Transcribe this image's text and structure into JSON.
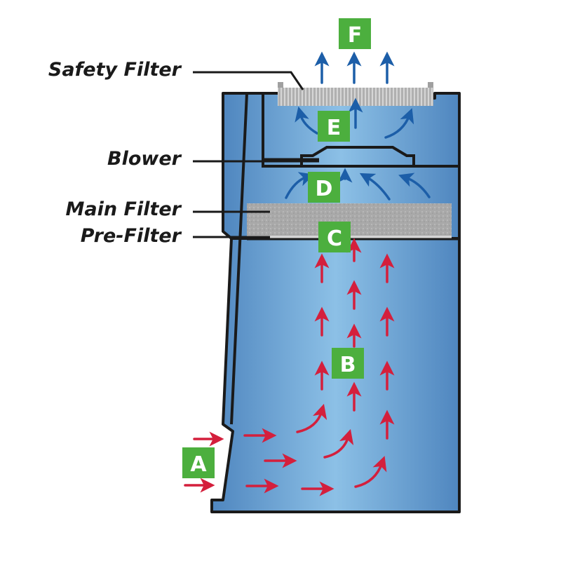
{
  "diagram": {
    "title": "Biological safety cabinet airflow",
    "colors": {
      "cabinet_fill_light": "#86b8e0",
      "cabinet_fill_dark": "#4f86bf",
      "outline": "#1a1a1a",
      "filter_gray": "#a8a8a8",
      "badge_green": "#4caf3e",
      "inflow_arrow": "#d41f3c",
      "exhaust_arrow": "#1c5ea8",
      "label_text": "#1a1a1a"
    },
    "component_labels": [
      {
        "id": "safety-filter",
        "text": "Safety Filter"
      },
      {
        "id": "blower",
        "text": "Blower"
      },
      {
        "id": "main-filter",
        "text": "Main Filter"
      },
      {
        "id": "pre-filter",
        "text": "Pre-Filter"
      }
    ],
    "stage_badges": [
      {
        "id": "A",
        "text": "A"
      },
      {
        "id": "B",
        "text": "B"
      },
      {
        "id": "C",
        "text": "C"
      },
      {
        "id": "D",
        "text": "D"
      },
      {
        "id": "E",
        "text": "E"
      },
      {
        "id": "F",
        "text": "F"
      }
    ]
  }
}
